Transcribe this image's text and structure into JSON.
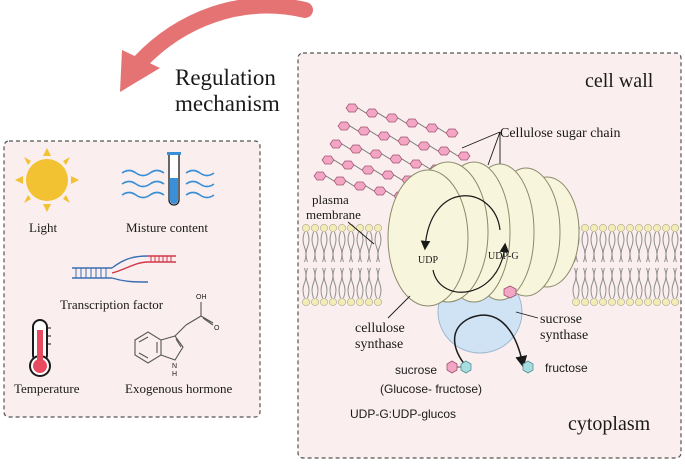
{
  "title": {
    "line1": "Regulation",
    "line2": "mechanism"
  },
  "factors": {
    "light": "Light",
    "moisture": "Misture content",
    "transcription": "Transcription  factor",
    "temperature": "Temperature",
    "hormone": "Exogenous hormone",
    "oh_label": "OH",
    "o_label": "O",
    "nh_label": "N",
    "h_label": "H"
  },
  "cell": {
    "cell_wall": "cell wall",
    "cytoplasm": "cytoplasm",
    "cellulose_chain": "Cellulose sugar chain",
    "plasma_line1": "plasma",
    "plasma_line2": "membrane",
    "udp": "UDP",
    "udpg": "UDP-G",
    "cellulose_synthase_line1": "cellulose",
    "cellulose_synthase_line2": "synthase",
    "sucrose_synthase_line1": "sucrose",
    "sucrose_synthase_line2": "synthase",
    "sucrose": "sucrose",
    "fructose": "fructose",
    "glucose_fructose": "(Glucose- fructose)",
    "udpg_full": "UDP-G:UDP-glucos"
  },
  "colors": {
    "accent_arrow": "#e57373",
    "panel_bg": "#fbeeee",
    "panel_border": "#555555",
    "sugar_pink": "#f3a6c4",
    "sugar_teal": "#a8dde0",
    "synthase_fill": "#f7f6dc",
    "sucrose_synthase_fill": "#cfe3f5",
    "membrane_head": "#f3ecb4",
    "sun": "#f2c233",
    "water": "#3a8fd6",
    "thermo_red": "#e84a5f"
  },
  "icons": [
    "sun-icon",
    "water-tube-icon",
    "dna-icon",
    "thermometer-icon",
    "molecule-icon"
  ]
}
